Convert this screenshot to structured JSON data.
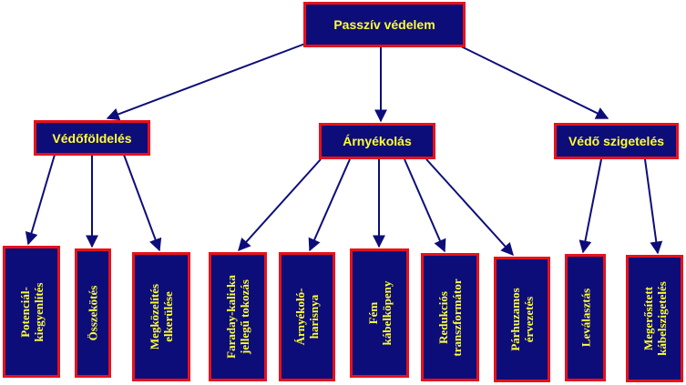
{
  "colors": {
    "box_fill": "#0d0d7a",
    "box_border": "#e8111b",
    "text": "#ffff33",
    "arrow": "#0d0d7a"
  },
  "root": {
    "label": "Passzív védelem"
  },
  "level1": [
    {
      "label": "Védőföldelés"
    },
    {
      "label": "Árnyékolás"
    },
    {
      "label": "Védő szigetelés"
    }
  ],
  "level2": [
    {
      "line1": "Potenciál-",
      "line2": "kiegyenlítés"
    },
    {
      "line1": "Összekötés",
      "line2": ""
    },
    {
      "line1": "Megközelítés",
      "line2": "elkerülése"
    },
    {
      "line1": "Faraday-kalicka",
      "line2": "jellegű tokozás"
    },
    {
      "line1": "Árnyékoló-",
      "line2": "harisnya"
    },
    {
      "line1": "Fém",
      "line2": "kábelköpeny"
    },
    {
      "line1": "Redukciós",
      "line2": "transzformátor"
    },
    {
      "line1": "Párhuzamos",
      "line2": "érvezetés"
    },
    {
      "line1": "Leválasztás",
      "line2": ""
    },
    {
      "line1": "Megerősített",
      "line2": "kábelszigetelés"
    }
  ]
}
